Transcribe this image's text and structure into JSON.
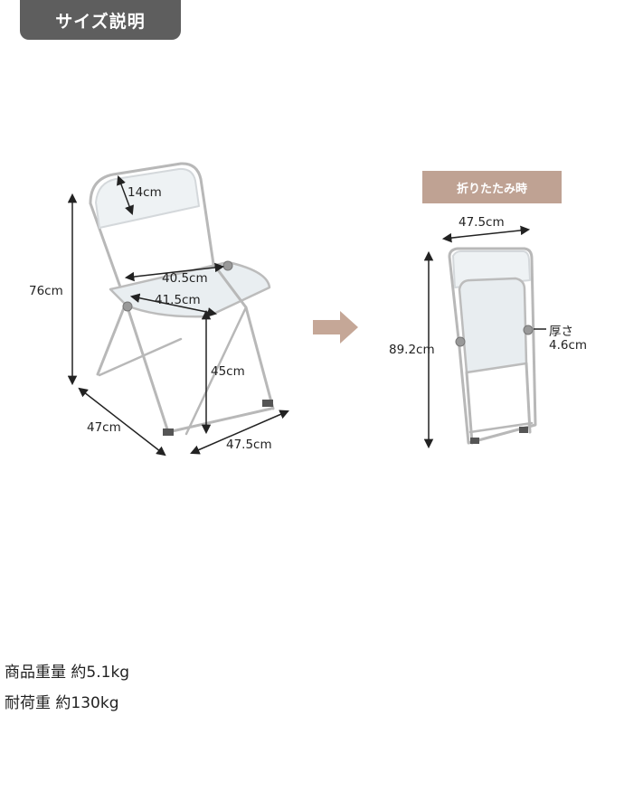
{
  "header": {
    "title": "サイズ説明"
  },
  "chair": {
    "dims": {
      "back_height": "14cm",
      "seat_depth_inner": "40.5cm",
      "seat_width": "41.5cm",
      "total_height": "76cm",
      "seat_height": "45cm",
      "depth": "47cm",
      "width": "47.5cm"
    }
  },
  "folded": {
    "label": "折りたたみ時",
    "dims": {
      "width": "47.5cm",
      "height": "89.2cm",
      "thickness_label": "厚さ",
      "thickness": "4.6cm"
    }
  },
  "specs": {
    "weight": "商品重量 約5.1kg",
    "load": "耐荷重 約130kg"
  },
  "colors": {
    "badge_bg": "#5e5e5e",
    "tag_bg": "#bfa293",
    "arrow": "#c5a797"
  }
}
